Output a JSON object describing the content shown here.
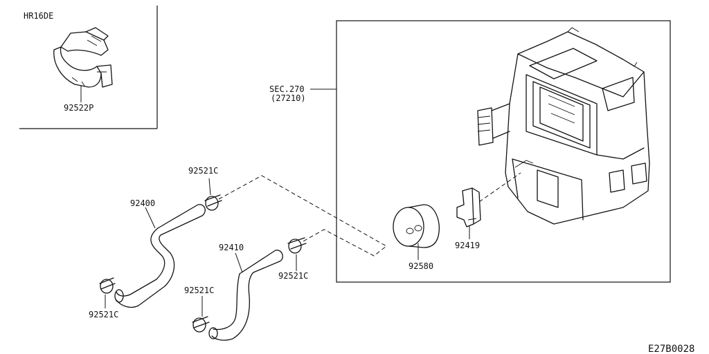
{
  "diagram": {
    "inset_label": "HR16DE",
    "drawing_code": "E27B0028",
    "parts": {
      "p92522P": "92522P",
      "sec_ref": "SEC.270",
      "sec_sub": "(27210)",
      "p92521C_top": "92521C",
      "p92400": "92400",
      "p92410": "92410",
      "p92521C_mid": "92521C",
      "p92521C_left": "92521C",
      "p92521C_bottom": "92521C",
      "p92580": "92580",
      "p92419": "92419"
    }
  }
}
